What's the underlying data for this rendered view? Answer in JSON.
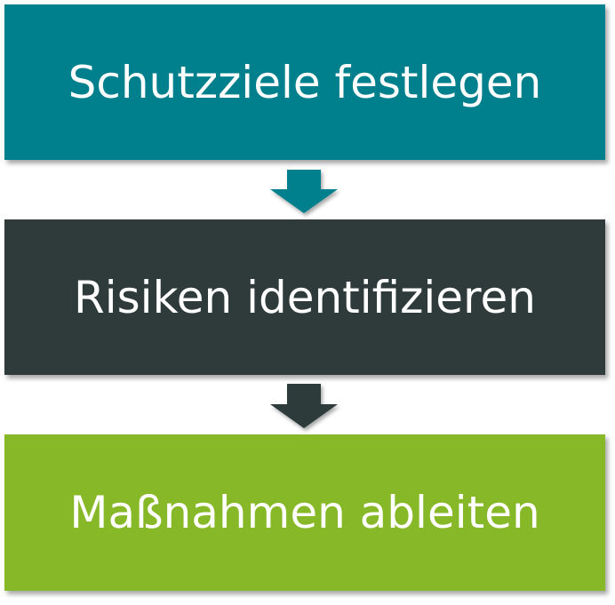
{
  "steps": [
    {
      "label": "Schutzziele festlegen",
      "color": "#007f8c"
    },
    {
      "label": "Risiken identifizieren",
      "color": "#2f3a3a"
    },
    {
      "label": "Maßnahmen ableiten",
      "color": "#86b827"
    }
  ],
  "arrows": [
    {
      "color": "#007f8c"
    },
    {
      "color": "#2f3a3a"
    }
  ]
}
